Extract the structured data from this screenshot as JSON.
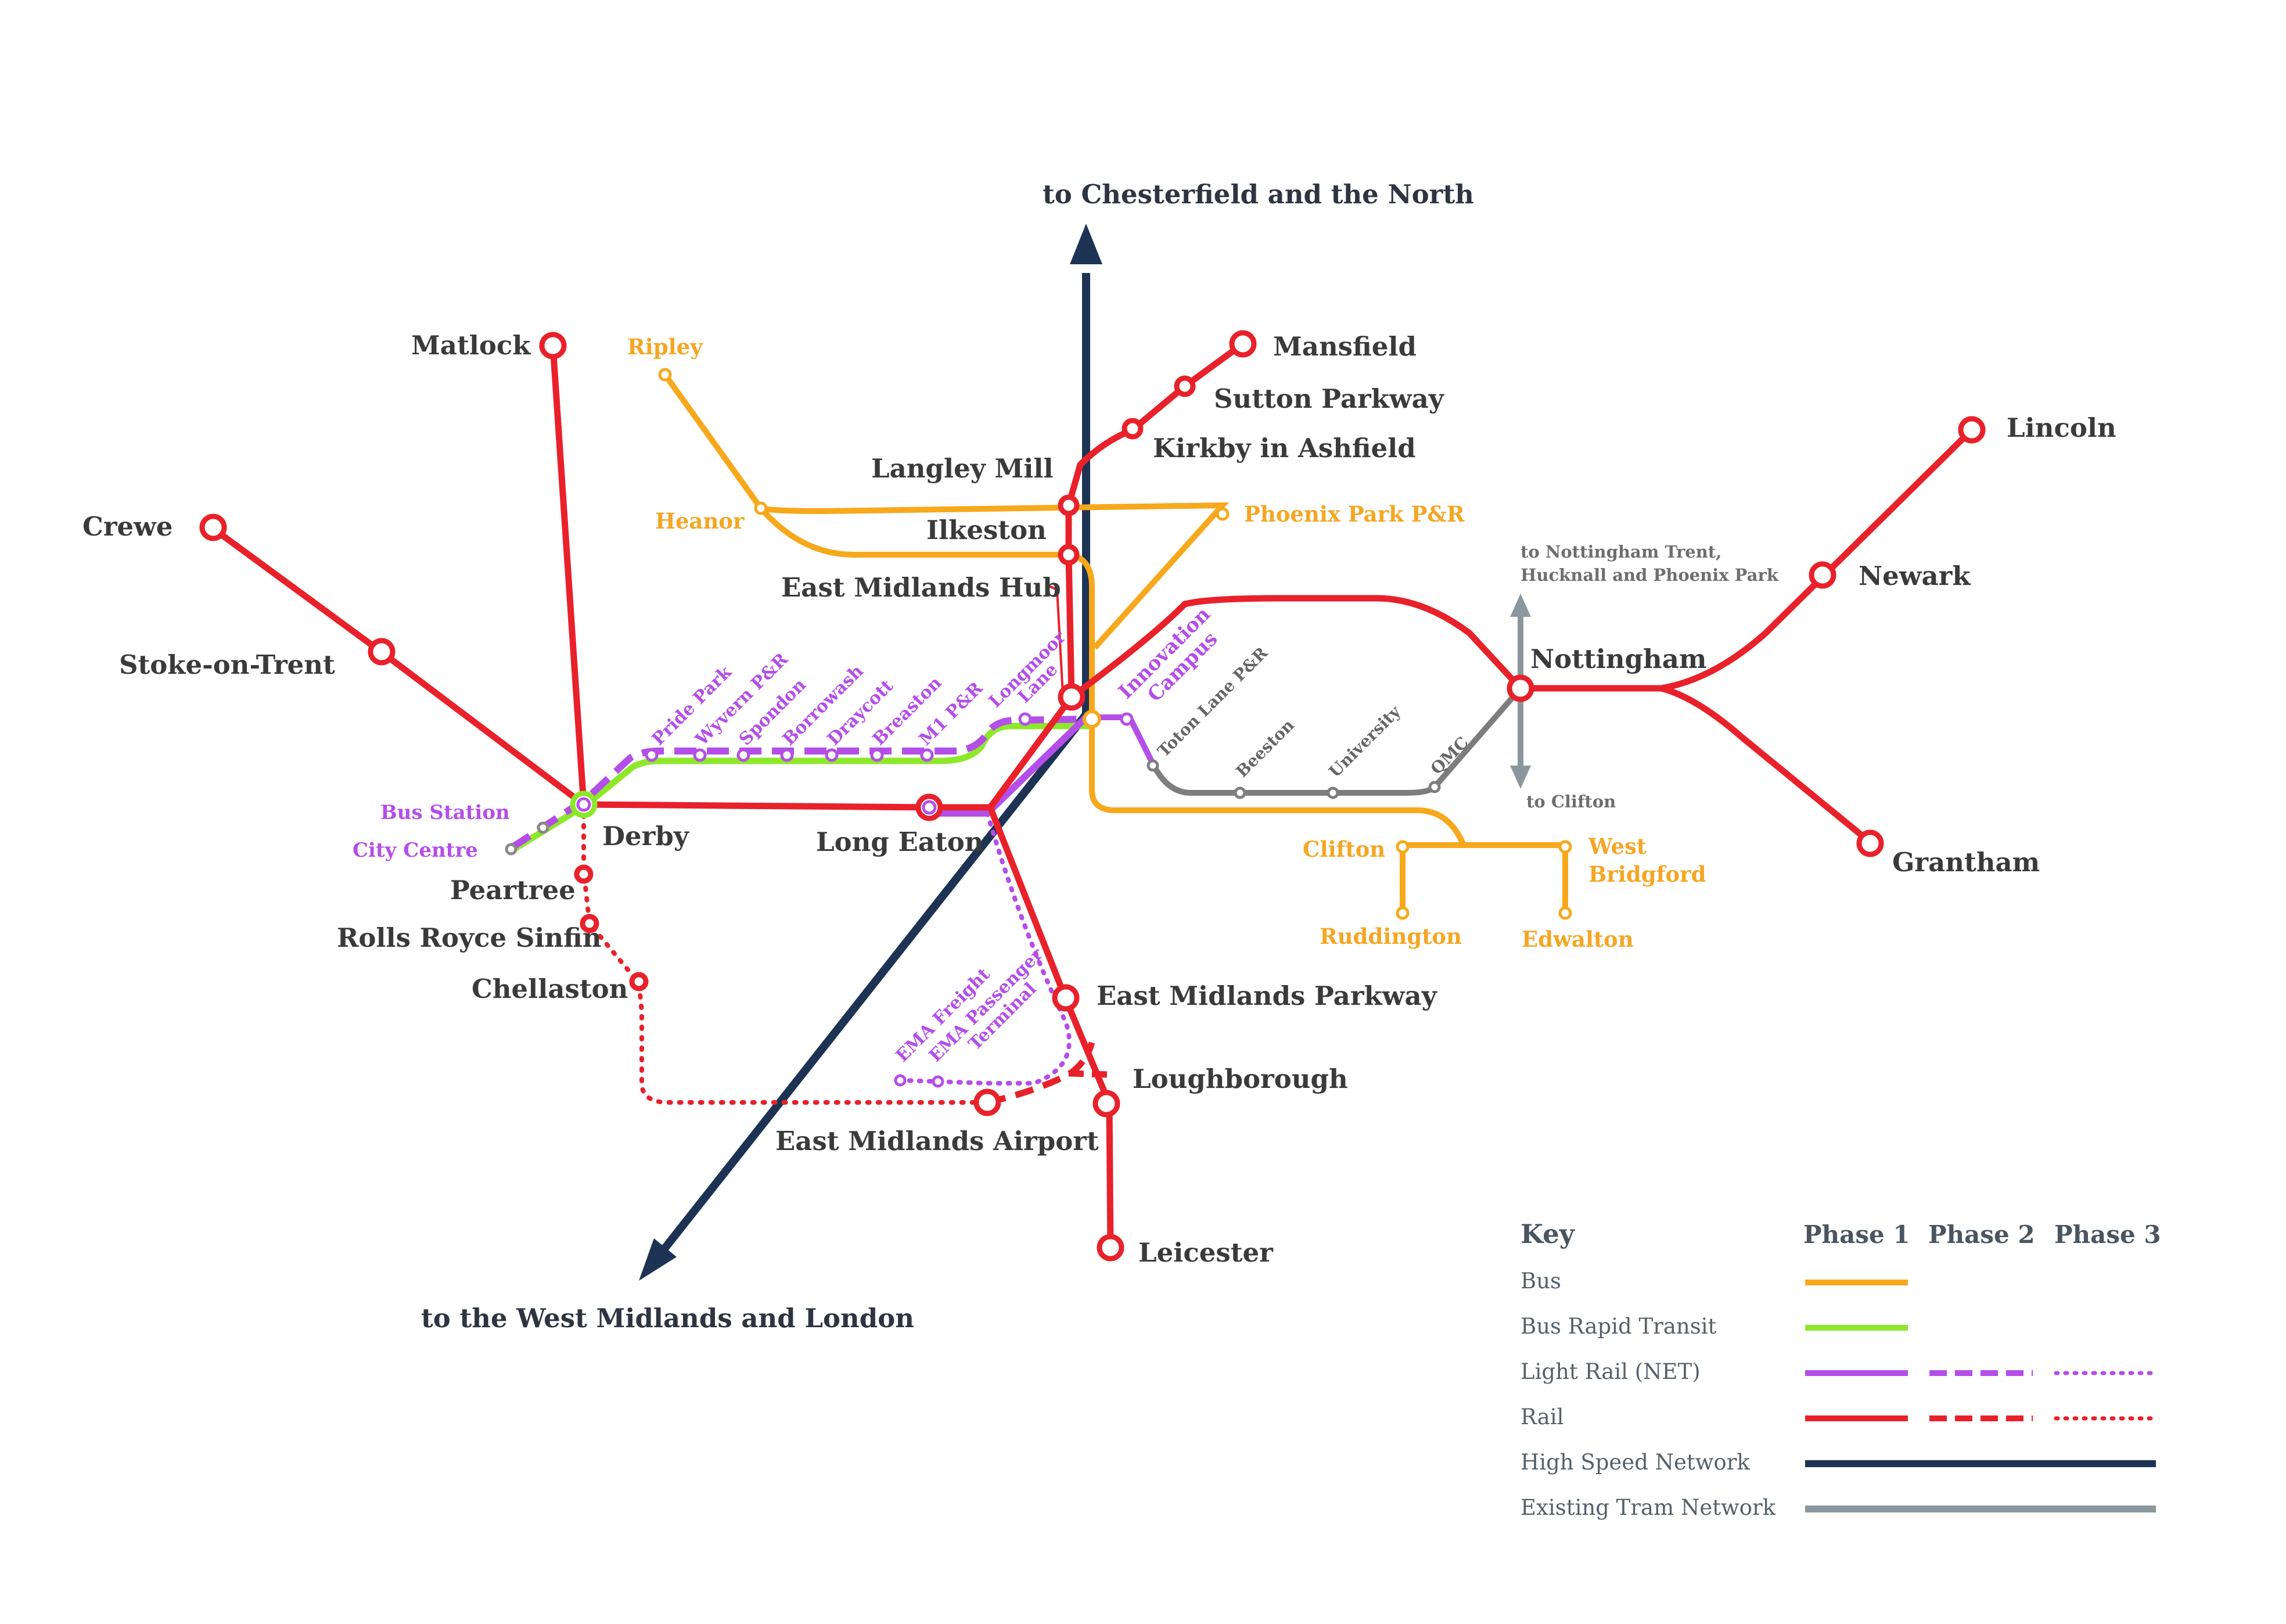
{
  "colors": {
    "rail": "#e8212a",
    "bus": "#f7a81b",
    "brt": "#8ee82a",
    "light_rail": "#b44ee8",
    "high_speed": "#1d3353",
    "tram": "#8c979d",
    "grey_line": "#7d7d7d"
  },
  "directions": {
    "north": "to Chesterfield and the North",
    "south": "to the West Midlands and London",
    "tram_north": "to Nottingham Trent,",
    "tram_north_2": "Hucknall and Phoenix Park",
    "tram_south": "to Clifton"
  },
  "stations": {
    "matlock": "Matlock",
    "crewe": "Crewe",
    "stoke": "Stoke-on-Trent",
    "derby": "Derby",
    "peartree": "Peartree",
    "rolls_royce": "Rolls Royce Sinfin",
    "chellaston": "Chellaston",
    "long_eaton": "Long Eaton",
    "langley_mill": "Langley Mill",
    "ilkeston": "Ilkeston",
    "em_hub": "East Midlands Hub",
    "mansfield": "Mansfield",
    "sutton_parkway": "Sutton Parkway",
    "kirkby": "Kirkby in Ashfield",
    "nottingham": "Nottingham",
    "lincoln": "Lincoln",
    "newark": "Newark",
    "grantham": "Grantham",
    "em_parkway": "East Midlands Parkway",
    "loughborough": "Loughborough",
    "em_airport": "East Midlands Airport",
    "leicester": "Leicester"
  },
  "bus_stops": {
    "ripley": "Ripley",
    "heanor": "Heanor",
    "phoenix": "Phoenix Park P&R",
    "clifton": "Clifton",
    "west_bridgford_1": "West",
    "west_bridgford_2": "Bridgford",
    "ruddington": "Ruddington",
    "edwalton": "Edwalton"
  },
  "light_rail_stops": {
    "bus_station": "Bus Station",
    "city_centre": "City Centre",
    "pride_park": "Pride Park",
    "wyvern": "Wyvern P&R",
    "spondon": "Spondon",
    "borrowash": "Borrowash",
    "draycott": "Draycott",
    "breaston": "Breaston",
    "m1": "M1 P&R",
    "longmoor_1": "Longmoor",
    "longmoor_2": "Lane",
    "innovation_1": "Innovation",
    "innovation_2": "Campus",
    "ema_freight": "EMA Freight",
    "ema_passenger_1": "EMA Passenger",
    "ema_passenger_2": "Terminal"
  },
  "grey_stops": {
    "toton": "Toton Lane P&R",
    "beeston": "Beeston",
    "university": "University",
    "qmc": "QMC"
  },
  "key": {
    "title": "Key",
    "phases": [
      "Phase 1",
      "Phase 2",
      "Phase 3"
    ],
    "rows": [
      {
        "label": "Bus",
        "color": "#f7a81b",
        "phases": [
          "solid"
        ]
      },
      {
        "label": "Bus Rapid Transit",
        "color": "#8ee82a",
        "phases": [
          "solid"
        ]
      },
      {
        "label": "Light Rail (NET)",
        "color": "#b44ee8",
        "phases": [
          "solid",
          "dashed",
          "dotted"
        ]
      },
      {
        "label": "Rail",
        "color": "#e8212a",
        "phases": [
          "solid",
          "dashed",
          "dotted"
        ]
      },
      {
        "label": "High Speed Network",
        "color": "#1d3353",
        "phases": [
          "span"
        ]
      },
      {
        "label": "Existing Tram Network",
        "color": "#8c979d",
        "phases": [
          "span"
        ]
      }
    ]
  }
}
